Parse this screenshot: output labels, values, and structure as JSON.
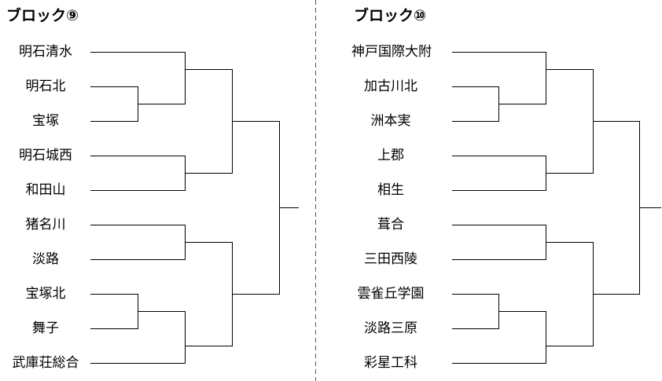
{
  "blocks": [
    {
      "title": "ブロック⑨",
      "teams": [
        "明石清水",
        "明石北",
        "宝塚",
        "明石城西",
        "和田山",
        "猪名川",
        "淡路",
        "宝塚北",
        "舞子",
        "武庫荘総合"
      ]
    },
    {
      "title": "ブロック⑩",
      "teams": [
        "神戸国際大附",
        "加古川北",
        "洲本実",
        "上郡",
        "相生",
        "葺合",
        "三田西陵",
        "雲雀丘学園",
        "淡路三原",
        "彩星工科"
      ]
    }
  ],
  "colors": {
    "line": "#000000",
    "divider": "#555555"
  }
}
